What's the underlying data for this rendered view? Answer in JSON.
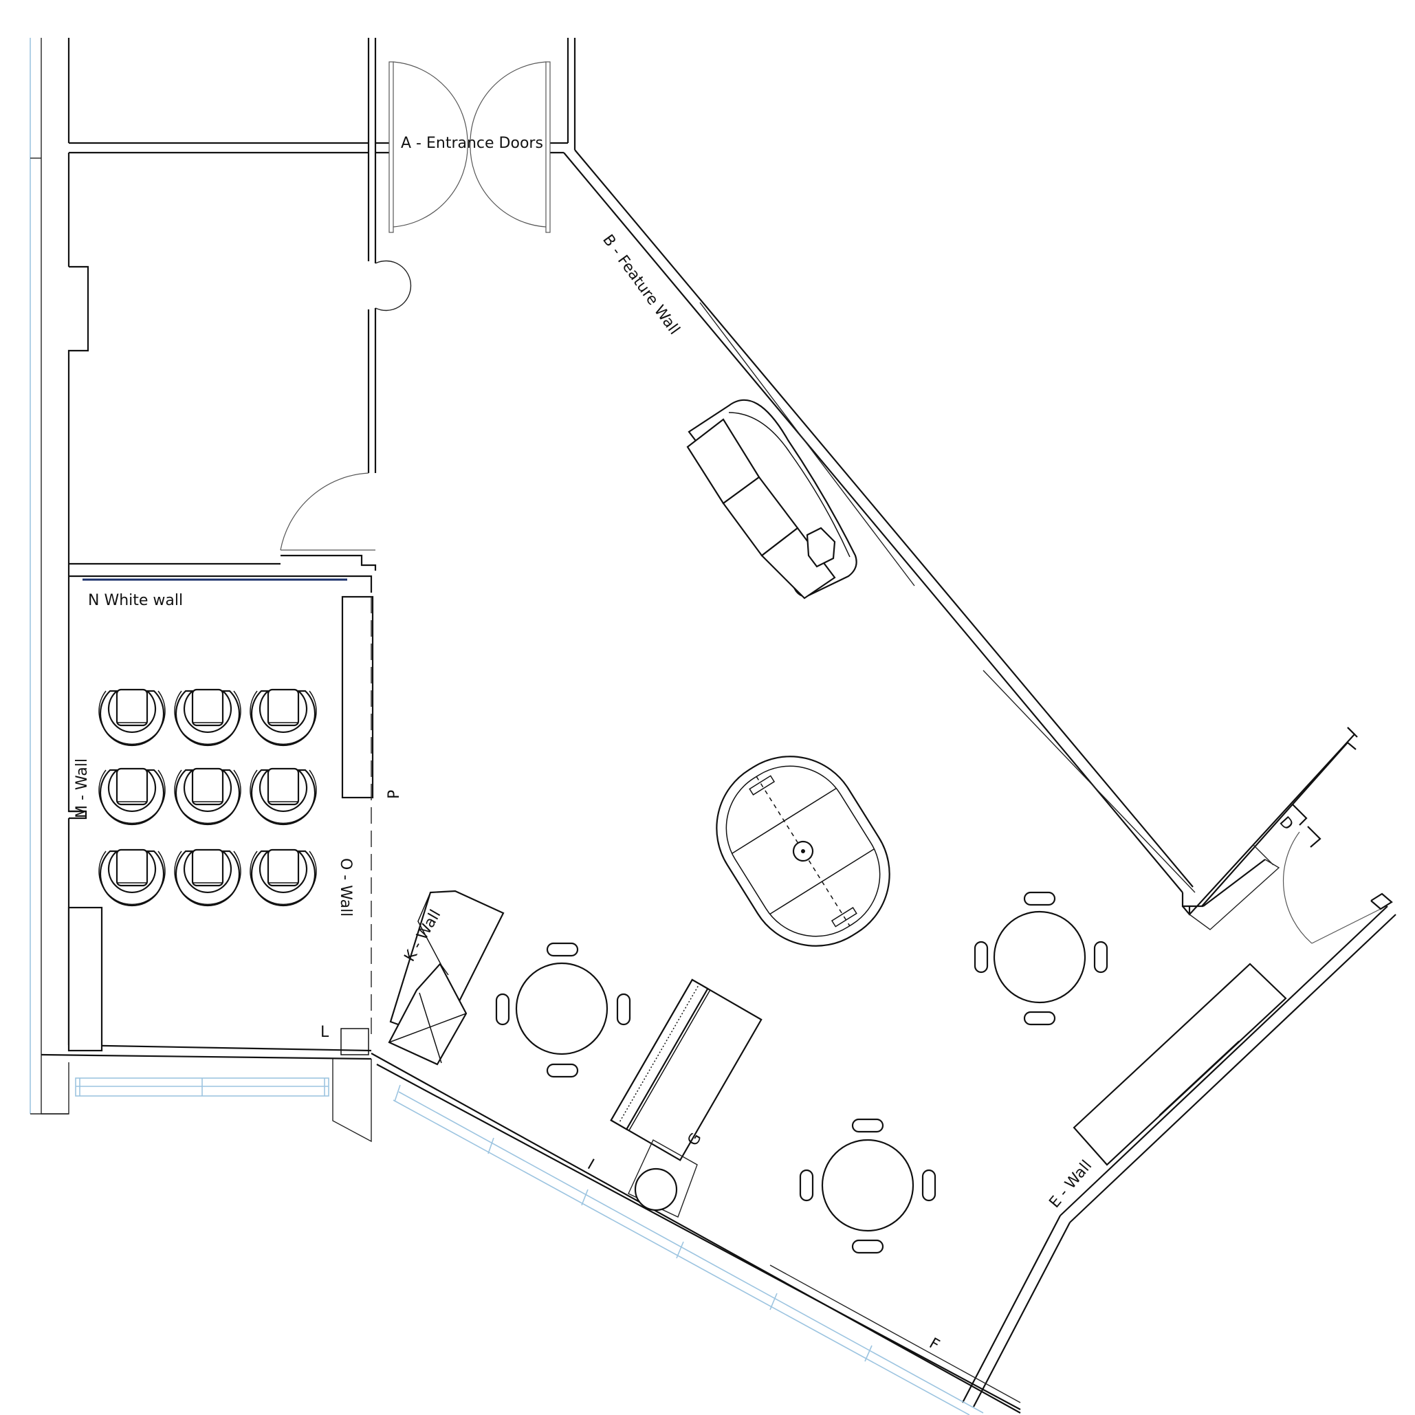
{
  "labels": {
    "entrance_doors": "A - Entrance Doors",
    "feature_wall": "B - Feature Wall",
    "d": "D",
    "e_wall": "E - Wall",
    "f": "F",
    "g": "G",
    "i": "I",
    "k_wall": "K - Wall",
    "l": "L",
    "m_wall": "M - Wall",
    "n_white_wall": "N White wall",
    "o_wall": "O - Wall",
    "p": "P"
  },
  "colors": {
    "wall_line": "#111111",
    "window_glass": "#9cc4e0",
    "white_wall_accent": "#1a2f6a"
  }
}
